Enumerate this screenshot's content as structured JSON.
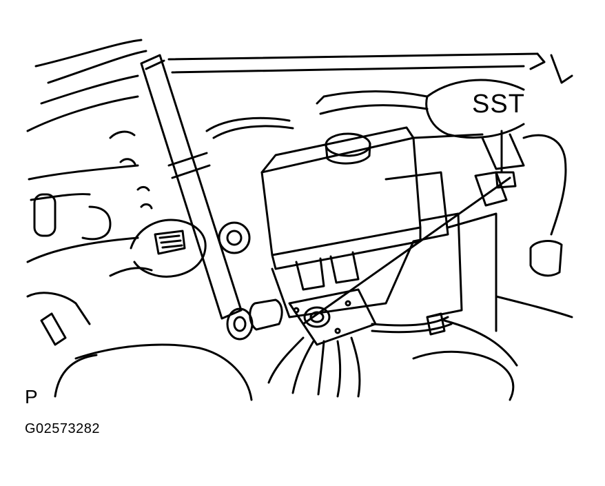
{
  "labels": {
    "tool": "SST",
    "corner_mark": "P",
    "figure_id": "G02573282"
  },
  "colors": {
    "line": "#000000",
    "background": "#ffffff"
  }
}
